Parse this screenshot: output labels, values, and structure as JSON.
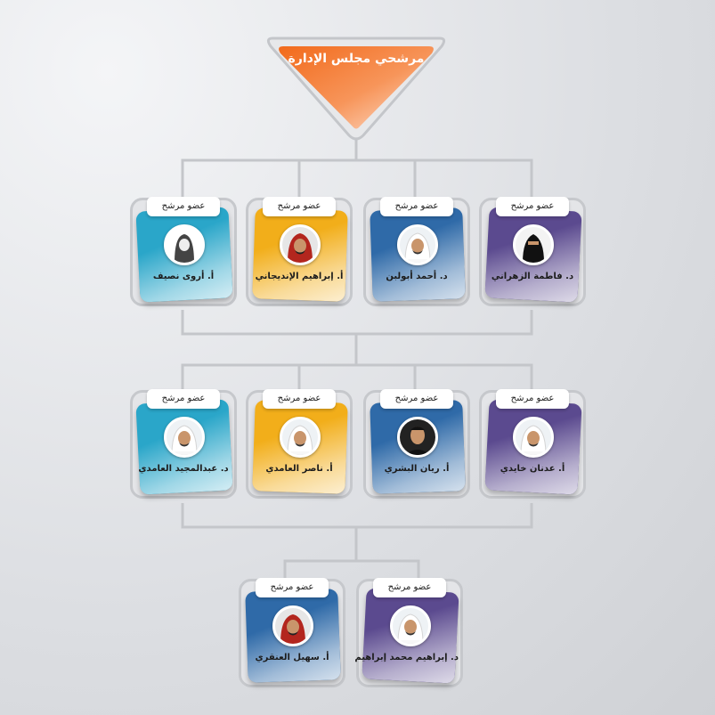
{
  "header": {
    "title": "مرشحي مجلس الإدارة"
  },
  "colors": {
    "purple": "#5b4a8f",
    "blue": "#2f6aa8",
    "gold": "#f2ae1a",
    "cyan": "#2aa6c9",
    "orange": "#f26a1b"
  },
  "members": [
    {
      "label": "عضو مرشح",
      "name": "د. فاطمة الزهراني",
      "color": "purple",
      "icon": "woman-niqab-icon"
    },
    {
      "label": "عضو مرشح",
      "name": "د. أحمد أبولبن",
      "color": "blue",
      "icon": "man-ghutra-icon"
    },
    {
      "label": "عضو مرشح",
      "name": "أ. إبراهيم الإنديجاني",
      "color": "gold",
      "icon": "man-shemagh-icon"
    },
    {
      "label": "عضو مرشح",
      "name": "أ. أروى نصيف",
      "color": "cyan",
      "icon": "woman-hijab-icon"
    },
    {
      "label": "عضو مرشح",
      "name": "أ. عدنان خايدي",
      "color": "purple",
      "icon": "man-ghutra-icon"
    },
    {
      "label": "عضو مرشح",
      "name": "أ. ريان البشري",
      "color": "blue",
      "icon": "man-portrait-icon"
    },
    {
      "label": "عضو مرشح",
      "name": "أ. ناصر العامدي",
      "color": "gold",
      "icon": "man-ghutra-icon"
    },
    {
      "label": "عضو مرشح",
      "name": "د. عبدالمجيد العامدي",
      "color": "cyan",
      "icon": "man-ghutra-icon"
    },
    {
      "label": "عضو مرشح",
      "name": "د. إبراهيم محمد إبراهيم",
      "color": "purple",
      "icon": "man-ghutra-icon"
    },
    {
      "label": "عضو مرشح",
      "name": "أ. سهيل العنقري",
      "color": "blue",
      "icon": "man-shemagh-icon"
    }
  ]
}
